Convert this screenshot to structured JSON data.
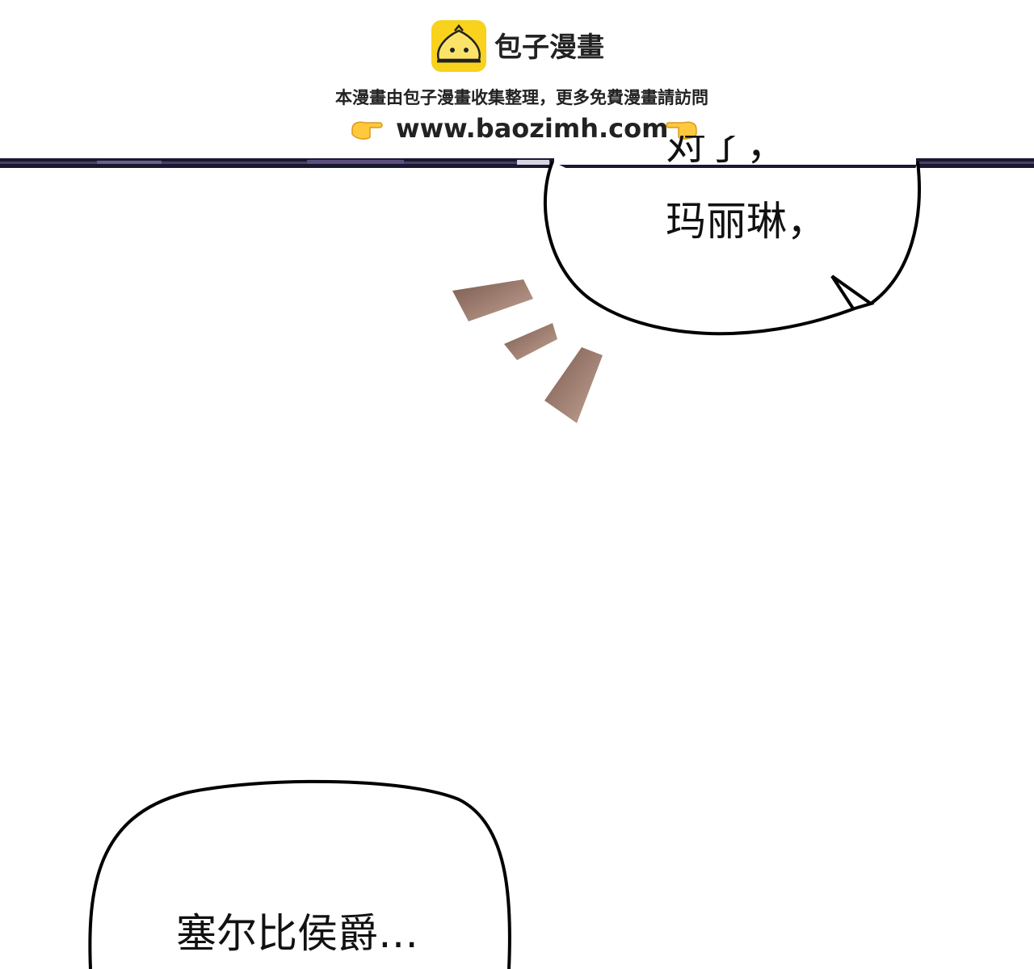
{
  "watermark": {
    "brand": "包子漫畫",
    "notice": "本漫畫由包子漫畫收集整理，更多免費漫畫請訪問",
    "url": "www.baozimh.com",
    "logo_color": "#f8d21c",
    "icons": [
      "baozi-logo-icon",
      "pointing-right-hand-icon",
      "pointing-left-hand-icon"
    ]
  },
  "dialogue": {
    "top_bubble_line1": "对了，",
    "top_bubble_line2": "玛丽琳，",
    "bottom_bubble_line1": "塞尔比侯爵…"
  },
  "colors": {
    "panel_border": "#1a1830",
    "emphasis_marks": "#8a6a5c",
    "bubble_stroke": "#000000"
  }
}
